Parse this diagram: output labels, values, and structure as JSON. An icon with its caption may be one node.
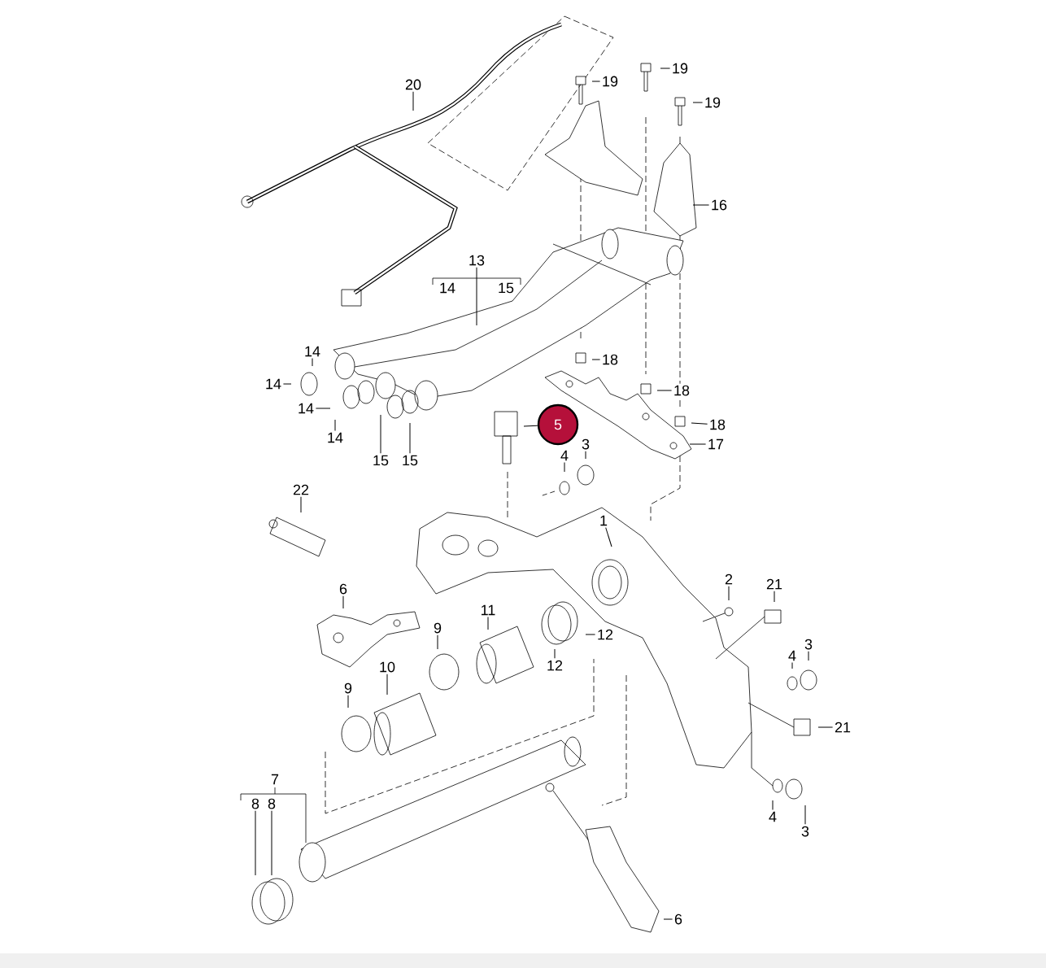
{
  "diagram": {
    "nodes": [
      {
        "text": [
          "20"
        ]
      },
      {
        "text": [
          "19"
        ]
      },
      {
        "text": [
          "19"
        ]
      },
      {
        "text": [
          "19"
        ]
      },
      {
        "text": [
          "16"
        ]
      },
      {
        "text": [
          "13"
        ]
      },
      {
        "text": [
          "14"
        ]
      },
      {
        "text": [
          "15"
        ]
      },
      {
        "text": [
          "14"
        ]
      },
      {
        "text": [
          "14"
        ]
      },
      {
        "text": [
          "14"
        ]
      },
      {
        "text": [
          "14"
        ]
      },
      {
        "text": [
          "15"
        ]
      },
      {
        "text": [
          "15"
        ]
      },
      {
        "text": [
          "18"
        ]
      },
      {
        "text": [
          "18"
        ]
      },
      {
        "text": [
          "18"
        ]
      },
      {
        "text": [
          "17"
        ]
      },
      {
        "text": [
          "5"
        ]
      },
      {
        "text": [
          "3"
        ]
      },
      {
        "text": [
          "4"
        ]
      },
      {
        "text": [
          "22"
        ]
      },
      {
        "text": [
          "1"
        ]
      },
      {
        "text": [
          "6"
        ]
      },
      {
        "text": [
          "11"
        ]
      },
      {
        "text": [
          "9"
        ]
      },
      {
        "text": [
          "10"
        ]
      },
      {
        "text": [
          "12"
        ]
      },
      {
        "text": [
          "12"
        ]
      },
      {
        "text": [
          "9"
        ]
      },
      {
        "text": [
          "2"
        ]
      },
      {
        "text": [
          "21"
        ]
      },
      {
        "text": [
          "4"
        ]
      },
      {
        "text": [
          "3"
        ]
      },
      {
        "text": [
          "21"
        ]
      },
      {
        "text": [
          "4"
        ]
      },
      {
        "text": [
          "3"
        ]
      },
      {
        "text": [
          "7"
        ]
      },
      {
        "text": [
          "8"
        ]
      },
      {
        "text": [
          "8"
        ]
      },
      {
        "text": [
          "6"
        ]
      }
    ],
    "edges": [
      {
        "from": 0,
        "to": null,
        "arrow": "none"
      },
      {
        "from": 1,
        "to": null,
        "arrow": "none"
      },
      {
        "from": 2,
        "to": null,
        "arrow": "none"
      },
      {
        "from": 3,
        "to": null,
        "arrow": "none"
      },
      {
        "from": 4,
        "to": null,
        "arrow": "none"
      },
      {
        "from": 5,
        "to": null,
        "arrow": "none"
      },
      {
        "from": 8,
        "to": null,
        "arrow": "none"
      },
      {
        "from": 9,
        "to": null,
        "arrow": "none"
      },
      {
        "from": 10,
        "to": null,
        "arrow": "none"
      },
      {
        "from": 11,
        "to": null,
        "arrow": "none"
      },
      {
        "from": 12,
        "to": null,
        "arrow": "none"
      },
      {
        "from": 13,
        "to": null,
        "arrow": "none"
      },
      {
        "from": 14,
        "to": null,
        "arrow": "none"
      },
      {
        "from": 15,
        "to": null,
        "arrow": "none"
      },
      {
        "from": 16,
        "to": null,
        "arrow": "none"
      },
      {
        "from": 17,
        "to": null,
        "arrow": "none"
      },
      {
        "from": 18,
        "to": null,
        "arrow": "none"
      },
      {
        "from": 19,
        "to": null,
        "arrow": "none"
      },
      {
        "from": 20,
        "to": null,
        "arrow": "none"
      },
      {
        "from": 21,
        "to": null,
        "arrow": "none"
      },
      {
        "from": 22,
        "to": null,
        "arrow": "none"
      },
      {
        "from": 23,
        "to": null,
        "arrow": "none"
      },
      {
        "from": 24,
        "to": null,
        "arrow": "none"
      },
      {
        "from": 25,
        "to": null,
        "arrow": "none"
      },
      {
        "from": 26,
        "to": null,
        "arrow": "none"
      },
      {
        "from": 27,
        "to": null,
        "arrow": "none"
      },
      {
        "from": 28,
        "to": null,
        "arrow": "none"
      },
      {
        "from": 29,
        "to": null,
        "arrow": "none"
      },
      {
        "from": 30,
        "to": null,
        "arrow": "none"
      },
      {
        "from": 31,
        "to": null,
        "arrow": "none"
      },
      {
        "from": 32,
        "to": null,
        "arrow": "none"
      },
      {
        "from": 33,
        "to": null,
        "arrow": "none"
      },
      {
        "from": 34,
        "to": null,
        "arrow": "none"
      },
      {
        "from": 35,
        "to": null,
        "arrow": "none"
      },
      {
        "from": 36,
        "to": null,
        "arrow": "none"
      },
      {
        "from": 38,
        "to": null,
        "arrow": "none"
      },
      {
        "from": 39,
        "to": null,
        "arrow": "none"
      },
      {
        "from": 40,
        "to": null,
        "arrow": "none"
      }
    ]
  }
}
